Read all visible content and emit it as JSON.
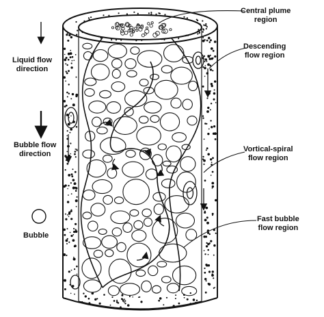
{
  "labels": {
    "central_plume": [
      "Central plume",
      "region"
    ],
    "descending_flow": [
      "Descending",
      "flow region"
    ],
    "liquid_flow_direction": [
      "Liquid flow",
      "direction"
    ],
    "bubble_flow_direction": [
      "Bubble flow",
      "direction"
    ],
    "vortical_spiral": [
      "Vortical-spiral",
      "flow region"
    ],
    "bubble": [
      "Bubble"
    ],
    "fast_bubble_flow": [
      "Fast bubble",
      "flow region"
    ]
  },
  "colors": {
    "ink": "#111111",
    "paper": "#ffffff"
  }
}
